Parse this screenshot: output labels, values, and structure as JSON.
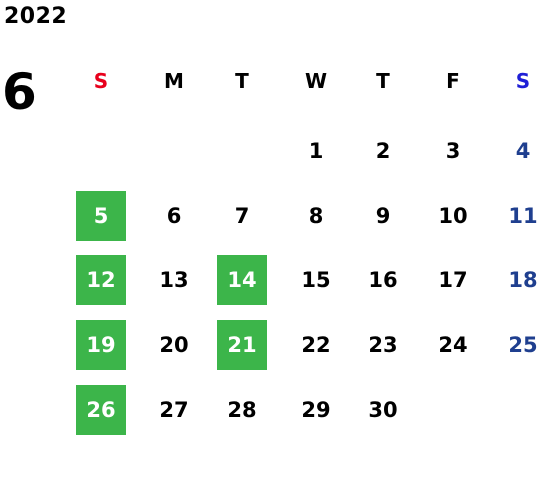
{
  "year": "2022",
  "month": "6",
  "colors": {
    "sunday_header": "#e8001c",
    "saturday_header": "#1f1fd6",
    "saturday_date": "#1f3f8f",
    "weekday": "#000000",
    "highlight_bg": "#3cb54a",
    "highlight_text": "#ffffff"
  },
  "weekdays": [
    "S",
    "M",
    "T",
    "W",
    "T",
    "F",
    "S"
  ],
  "weeks": [
    [
      "",
      "",
      "",
      "1",
      "2",
      "3",
      "4"
    ],
    [
      "5",
      "6",
      "7",
      "8",
      "9",
      "10",
      "11"
    ],
    [
      "12",
      "13",
      "14",
      "15",
      "16",
      "17",
      "18"
    ],
    [
      "19",
      "20",
      "21",
      "22",
      "23",
      "24",
      "25"
    ],
    [
      "26",
      "27",
      "28",
      "29",
      "30",
      "",
      ""
    ]
  ],
  "highlighted_dates": [
    "5",
    "12",
    "14",
    "19",
    "21",
    "26"
  ]
}
